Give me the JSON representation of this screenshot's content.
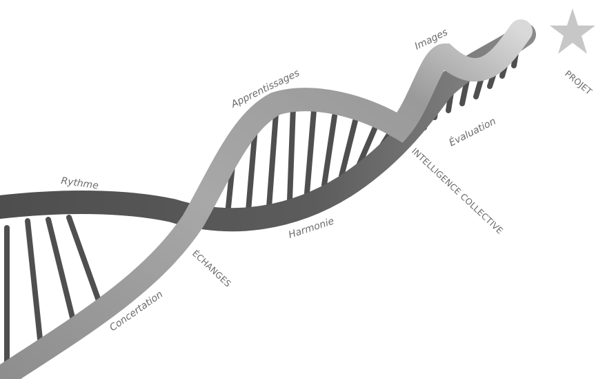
{
  "labels": {
    "rythme": "Rythme",
    "apprentissages": "Apprentissages",
    "images": "Images",
    "projet": "PROJET",
    "evaluation": "Évaluation",
    "intelligence": "INTELLIGENCE COLLECTIVE",
    "harmonie": "Harmonie",
    "echanges": "ÉCHANGES",
    "concertation": "Concertation"
  },
  "colors": {
    "dark_strand": "#5a5a5a",
    "light_strand": "#9a9a9a",
    "rung": "#4f4f4f",
    "star": "#c7c7c7",
    "label": "#6b6b6b"
  },
  "icons": {
    "star": "star-icon"
  }
}
